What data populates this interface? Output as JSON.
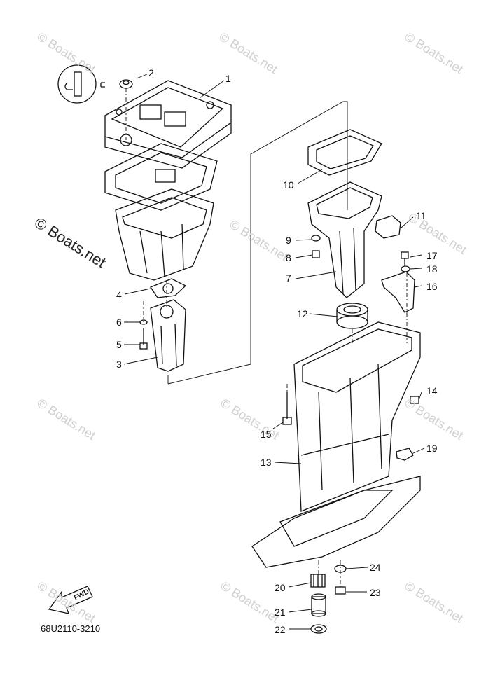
{
  "diagram_code": "68U2110-3210",
  "fwd_label": "FWD",
  "watermark": "© Boats.net",
  "callouts": [
    "1",
    "2",
    "3",
    "4",
    "5",
    "6",
    "7",
    "8",
    "9",
    "10",
    "11",
    "12",
    "13",
    "14",
    "15",
    "16",
    "17",
    "18",
    "19",
    "20",
    "21",
    "22",
    "23",
    "24"
  ],
  "colors": {
    "ink": "#111111",
    "watermark": "#cfcfcf",
    "background": "#ffffff"
  }
}
